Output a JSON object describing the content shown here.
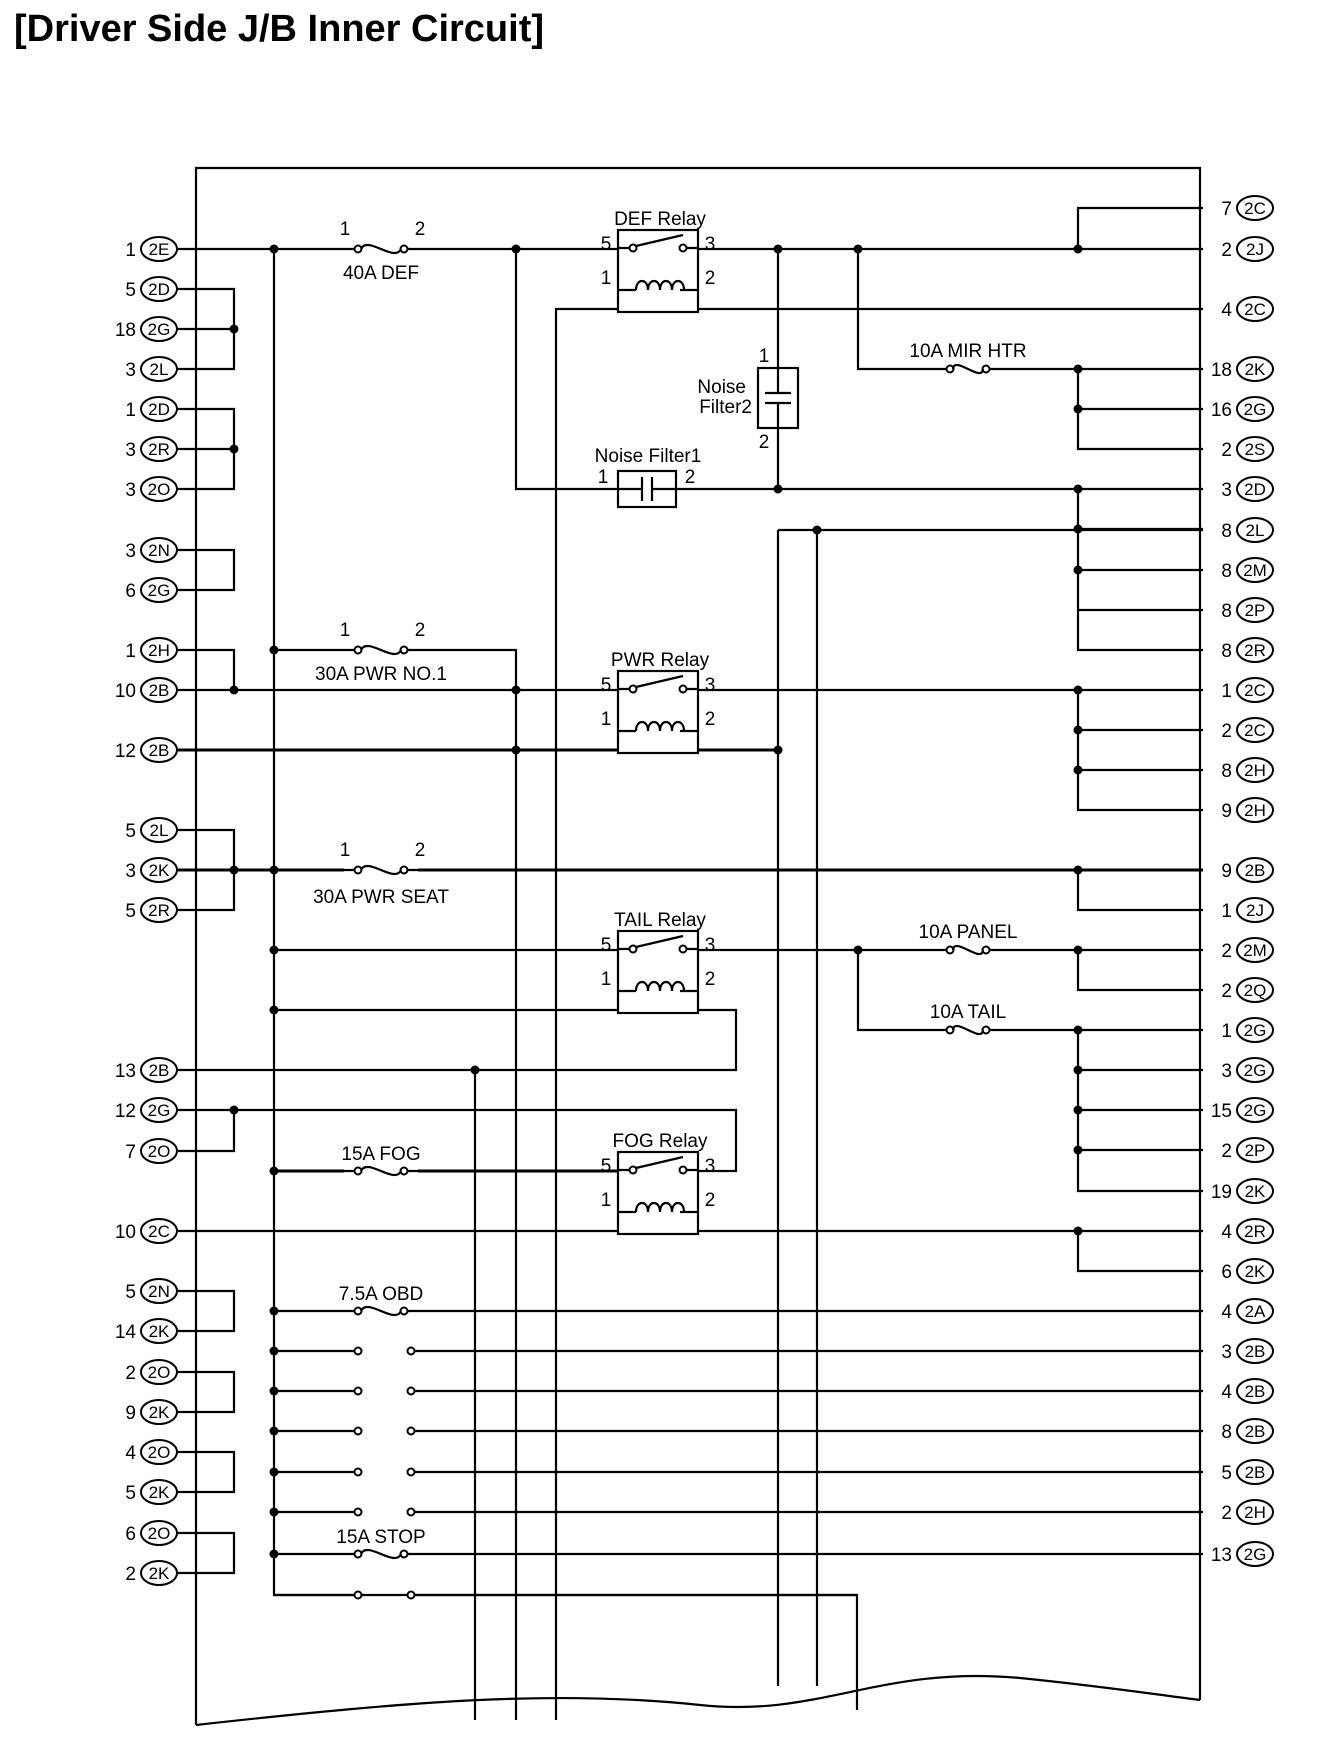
{
  "title": "[Driver Side J/B Inner Circuit]",
  "left_terminals": [
    {
      "pin": "1",
      "conn": "2E"
    },
    {
      "pin": "5",
      "conn": "2D"
    },
    {
      "pin": "18",
      "conn": "2G"
    },
    {
      "pin": "3",
      "conn": "2L"
    },
    {
      "pin": "1",
      "conn": "2D"
    },
    {
      "pin": "3",
      "conn": "2R"
    },
    {
      "pin": "3",
      "conn": "2O"
    },
    {
      "pin": "3",
      "conn": "2N"
    },
    {
      "pin": "6",
      "conn": "2G"
    },
    {
      "pin": "1",
      "conn": "2H"
    },
    {
      "pin": "10",
      "conn": "2B"
    },
    {
      "pin": "12",
      "conn": "2B"
    },
    {
      "pin": "5",
      "conn": "2L"
    },
    {
      "pin": "3",
      "conn": "2K"
    },
    {
      "pin": "5",
      "conn": "2R"
    },
    {
      "pin": "13",
      "conn": "2B"
    },
    {
      "pin": "12",
      "conn": "2G"
    },
    {
      "pin": "7",
      "conn": "2O"
    },
    {
      "pin": "10",
      "conn": "2C"
    },
    {
      "pin": "5",
      "conn": "2N"
    },
    {
      "pin": "14",
      "conn": "2K"
    },
    {
      "pin": "2",
      "conn": "2O"
    },
    {
      "pin": "9",
      "conn": "2K"
    },
    {
      "pin": "4",
      "conn": "2O"
    },
    {
      "pin": "5",
      "conn": "2K"
    },
    {
      "pin": "6",
      "conn": "2O"
    },
    {
      "pin": "2",
      "conn": "2K"
    }
  ],
  "right_terminals": [
    {
      "pin": "7",
      "conn": "2C"
    },
    {
      "pin": "2",
      "conn": "2J"
    },
    {
      "pin": "4",
      "conn": "2C"
    },
    {
      "pin": "18",
      "conn": "2K"
    },
    {
      "pin": "16",
      "conn": "2G"
    },
    {
      "pin": "2",
      "conn": "2S"
    },
    {
      "pin": "3",
      "conn": "2D"
    },
    {
      "pin": "8",
      "conn": "2L"
    },
    {
      "pin": "8",
      "conn": "2M"
    },
    {
      "pin": "8",
      "conn": "2P"
    },
    {
      "pin": "8",
      "conn": "2R"
    },
    {
      "pin": "1",
      "conn": "2C"
    },
    {
      "pin": "2",
      "conn": "2C"
    },
    {
      "pin": "8",
      "conn": "2H"
    },
    {
      "pin": "9",
      "conn": "2H"
    },
    {
      "pin": "9",
      "conn": "2B"
    },
    {
      "pin": "1",
      "conn": "2J"
    },
    {
      "pin": "2",
      "conn": "2M"
    },
    {
      "pin": "2",
      "conn": "2Q"
    },
    {
      "pin": "1",
      "conn": "2G"
    },
    {
      "pin": "3",
      "conn": "2G"
    },
    {
      "pin": "15",
      "conn": "2G"
    },
    {
      "pin": "2",
      "conn": "2P"
    },
    {
      "pin": "19",
      "conn": "2K"
    },
    {
      "pin": "4",
      "conn": "2R"
    },
    {
      "pin": "6",
      "conn": "2K"
    },
    {
      "pin": "4",
      "conn": "2A"
    },
    {
      "pin": "3",
      "conn": "2B"
    },
    {
      "pin": "4",
      "conn": "2B"
    },
    {
      "pin": "8",
      "conn": "2B"
    },
    {
      "pin": "5",
      "conn": "2B"
    },
    {
      "pin": "2",
      "conn": "2H"
    },
    {
      "pin": "13",
      "conn": "2G"
    }
  ],
  "fuses": [
    {
      "label": "40A DEF",
      "pin_a": "1",
      "pin_b": "2"
    },
    {
      "label": "30A PWR NO.1",
      "pin_a": "1",
      "pin_b": "2"
    },
    {
      "label": "30A PWR SEAT",
      "pin_a": "1",
      "pin_b": "2"
    },
    {
      "label": "15A FOG"
    },
    {
      "label": "7.5A OBD"
    },
    {
      "label": "15A STOP"
    },
    {
      "label": "10A MIR HTR"
    },
    {
      "label": "10A PANEL"
    },
    {
      "label": "10A TAIL"
    }
  ],
  "relays": [
    {
      "label": "DEF Relay",
      "p5": "5",
      "p3": "3",
      "p1": "1",
      "p2": "2"
    },
    {
      "label": "PWR Relay",
      "p5": "5",
      "p3": "3",
      "p1": "1",
      "p2": "2"
    },
    {
      "label": "TAIL Relay",
      "p5": "5",
      "p3": "3",
      "p1": "1",
      "p2": "2"
    },
    {
      "label": "FOG Relay",
      "p5": "5",
      "p3": "3",
      "p1": "1",
      "p2": "2"
    }
  ],
  "filters": [
    {
      "label_line1": "Noise",
      "label_line2": "Filter2",
      "pin_a": "1",
      "pin_b": "2"
    },
    {
      "label": "Noise Filter1",
      "pin_a": "1",
      "pin_b": "2"
    }
  ]
}
